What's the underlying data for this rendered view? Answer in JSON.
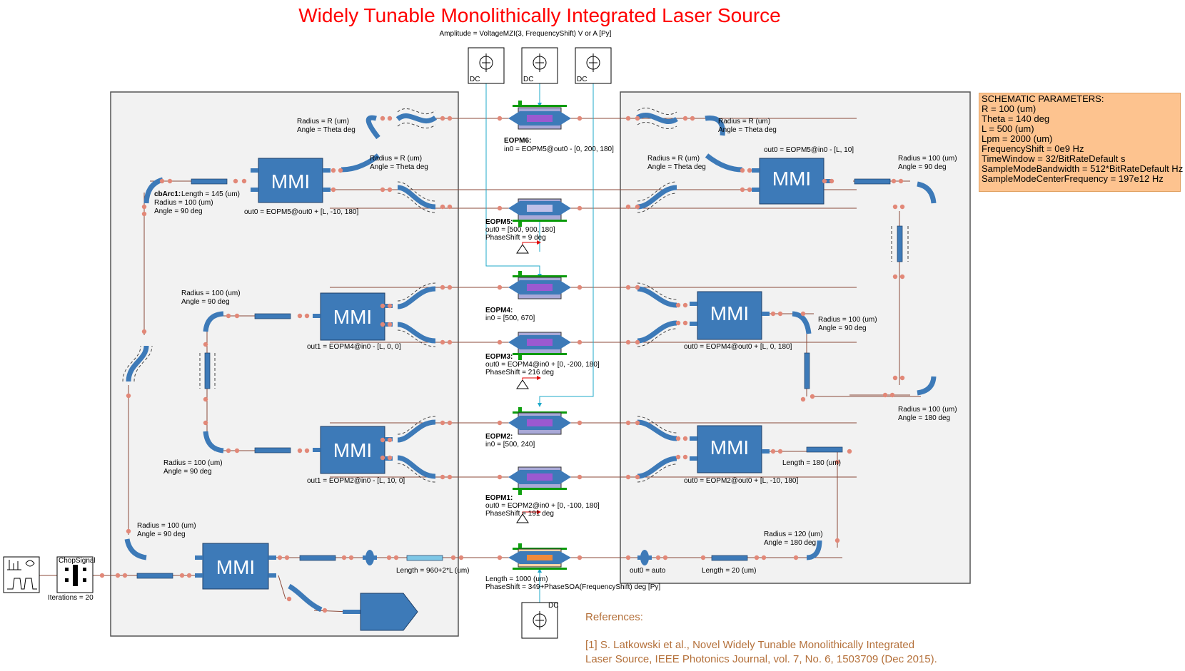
{
  "title": "Widely Tunable Monolithically Integrated Laser Source",
  "subtitle": "Amplitude = VoltageMZI(3, FrequencyShift) V or A [Py]",
  "dc_label": "DC",
  "mmi_label": "MMI",
  "chop_label": "ChopSignal",
  "iterations": "Iterations = 20",
  "parameters": {
    "heading": "SCHEMATIC PARAMETERS:",
    "items": [
      "R = 100 (um)",
      "Theta = 140 deg",
      "L = 500 (um)",
      "Lpm = 2000 (um)",
      "FrequencyShift = 0e9 Hz",
      "TimeWindow = 32/BitRateDefault s",
      "SampleModeBandwidth = 512*BitRateDefault Hz",
      "SampleModeCenterFrequency = 197e12 Hz"
    ]
  },
  "labels": {
    "radius_r": "Radius = R (um)",
    "angle_theta": "Angle = Theta deg",
    "radius_100": "Radius = 100 (um)",
    "angle_90": "Angle = 90 deg",
    "angle_180": "Angle = 180 deg",
    "radius_120": "Radius = 120 (um)",
    "cbarc1_name": "cbArc1:",
    "cbarc1_len": "Length = 145 (um)",
    "mmi_top_left": "out0 = EOPM5@out0 + [L, -10, 180]",
    "mmi_top_right": "out0 = EOPM5@in0 - [L, 10]",
    "mmi_mid_left": "out1 = EOPM4@in0 - [L, 0, 0]",
    "mmi_mid_right": "out0 = EOPM4@out0 + [L, 0, 180]",
    "mmi_low_left": "out1 = EOPM2@in0 - [L, 10, 0]",
    "mmi_low_right": "out0 = EOPM2@out0 + [L, -10, 180]",
    "length_180": "Length = 180 (um)",
    "length_20": "Length = 20 (um)",
    "out0_auto": "out0 = auto",
    "length_960": "Length = 960+2*L (um)",
    "soa_len": "Length = 1000 (um)",
    "soa_phase": "PhaseShift = 349+PhaseSOA(FrequencyShift) deg [Py]"
  },
  "eopm": {
    "eopm6": {
      "name": "EOPM6:",
      "line1": "in0 = EOPM5@out0 - [0, 200, 180]"
    },
    "eopm5": {
      "name": "EOPM5:",
      "line1": "out0 = [500, 900, 180]",
      "line2": "PhaseShift = 9 deg"
    },
    "eopm4": {
      "name": "EOPM4:",
      "line1": "in0 = [500, 670]"
    },
    "eopm3": {
      "name": "EOPM3:",
      "line1": "out0 = EOPM4@in0 + [0, -200, 180]",
      "line2": "PhaseShift = 216 deg"
    },
    "eopm2": {
      "name": "EOPM2:",
      "line1": "in0 = [500, 240]"
    },
    "eopm1": {
      "name": "EOPM1:",
      "line1": "out0 = EOPM2@in0 + [0, -100, 180]",
      "line2": "PhaseShift = 191 deg"
    }
  },
  "references": {
    "heading": "References:",
    "line1": "[1] S. Latkowski et al., Novel Widely Tunable Monolithically Integrated",
    "line2": "Laser Source, IEEE Photonics Journal, vol. 7, No. 6, 1503709 (Dec 2015)."
  },
  "colors": {
    "title": "#ff0000",
    "component": "#3d7ab8",
    "panel": "#f2f2f2",
    "params_bg": "#fdc38f",
    "waveguide": "#8b4a3a",
    "electrode": "#1fa8c8",
    "reference": "#b4703a"
  }
}
